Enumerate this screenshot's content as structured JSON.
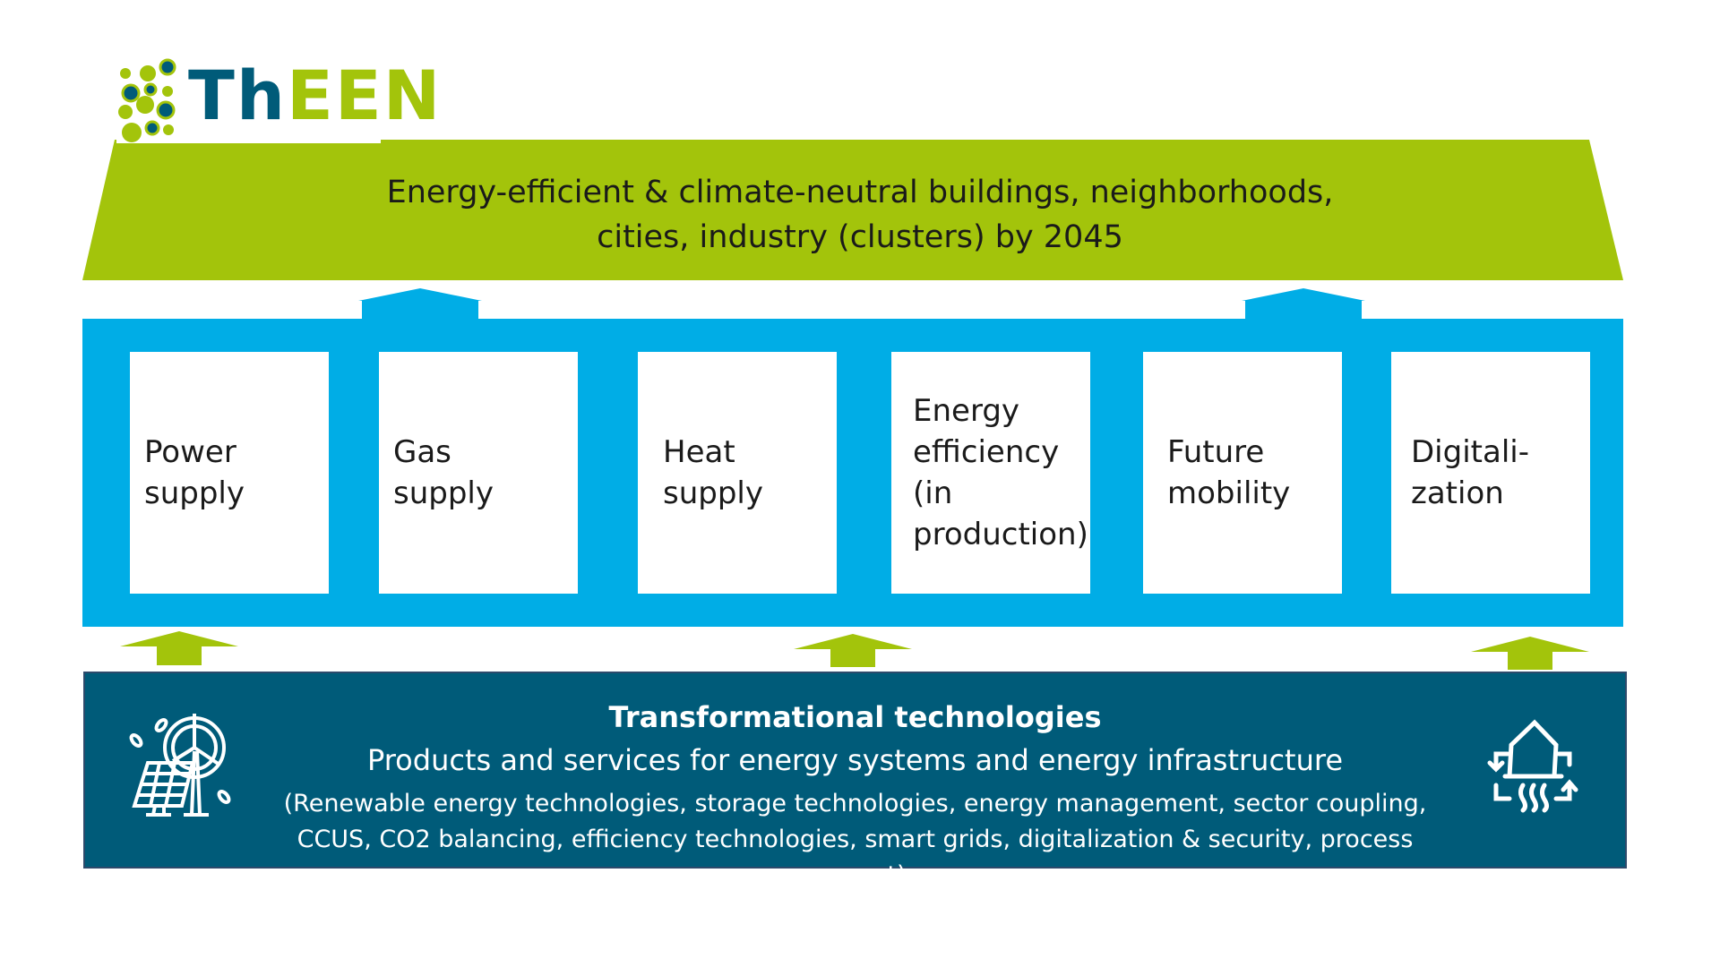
{
  "logo": {
    "text_parts": [
      "Th",
      "EEN"
    ]
  },
  "goal": {
    "line1": "Energy-efficient & climate-neutral buildings, neighborhoods,",
    "line2": "cities, industry (clusters) by 2045"
  },
  "pillars": [
    "Power\nsupply",
    "Gas\nsupply",
    "Heat\nsupply",
    "Energy\nefficiency\n(in\nproduction)",
    "Future\nmobility",
    "Digitali-\nzation"
  ],
  "base": {
    "title": "Transformational technologies",
    "subtitle": "Products and services for energy systems and energy infrastructure",
    "details": "(Renewable energy technologies, storage technologies, energy management, sector coupling, CCUS, CO2 balancing, efficiency technologies, smart grids, digitalization & security, process support)"
  },
  "colors": {
    "green": "#a3c40b",
    "blue": "#00ade6",
    "dark": "#005b79"
  }
}
